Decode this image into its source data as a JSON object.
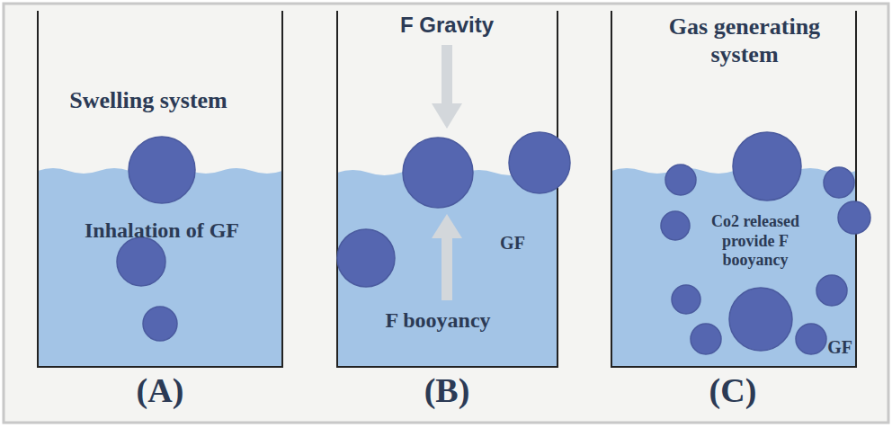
{
  "diagram": {
    "nodes": [
      {
        "text": [
          "Swelling system",
          "Inhalation of GF"
        ]
      },
      {
        "text": [
          "F booyancy",
          "GF"
        ]
      },
      {
        "text": [
          "Gas generating system",
          "Co2 released provide F booyancy",
          "GF"
        ]
      }
    ],
    "labels": [
      "F Gravity",
      "(A)",
      "(B)",
      "(C)"
    ]
  }
}
